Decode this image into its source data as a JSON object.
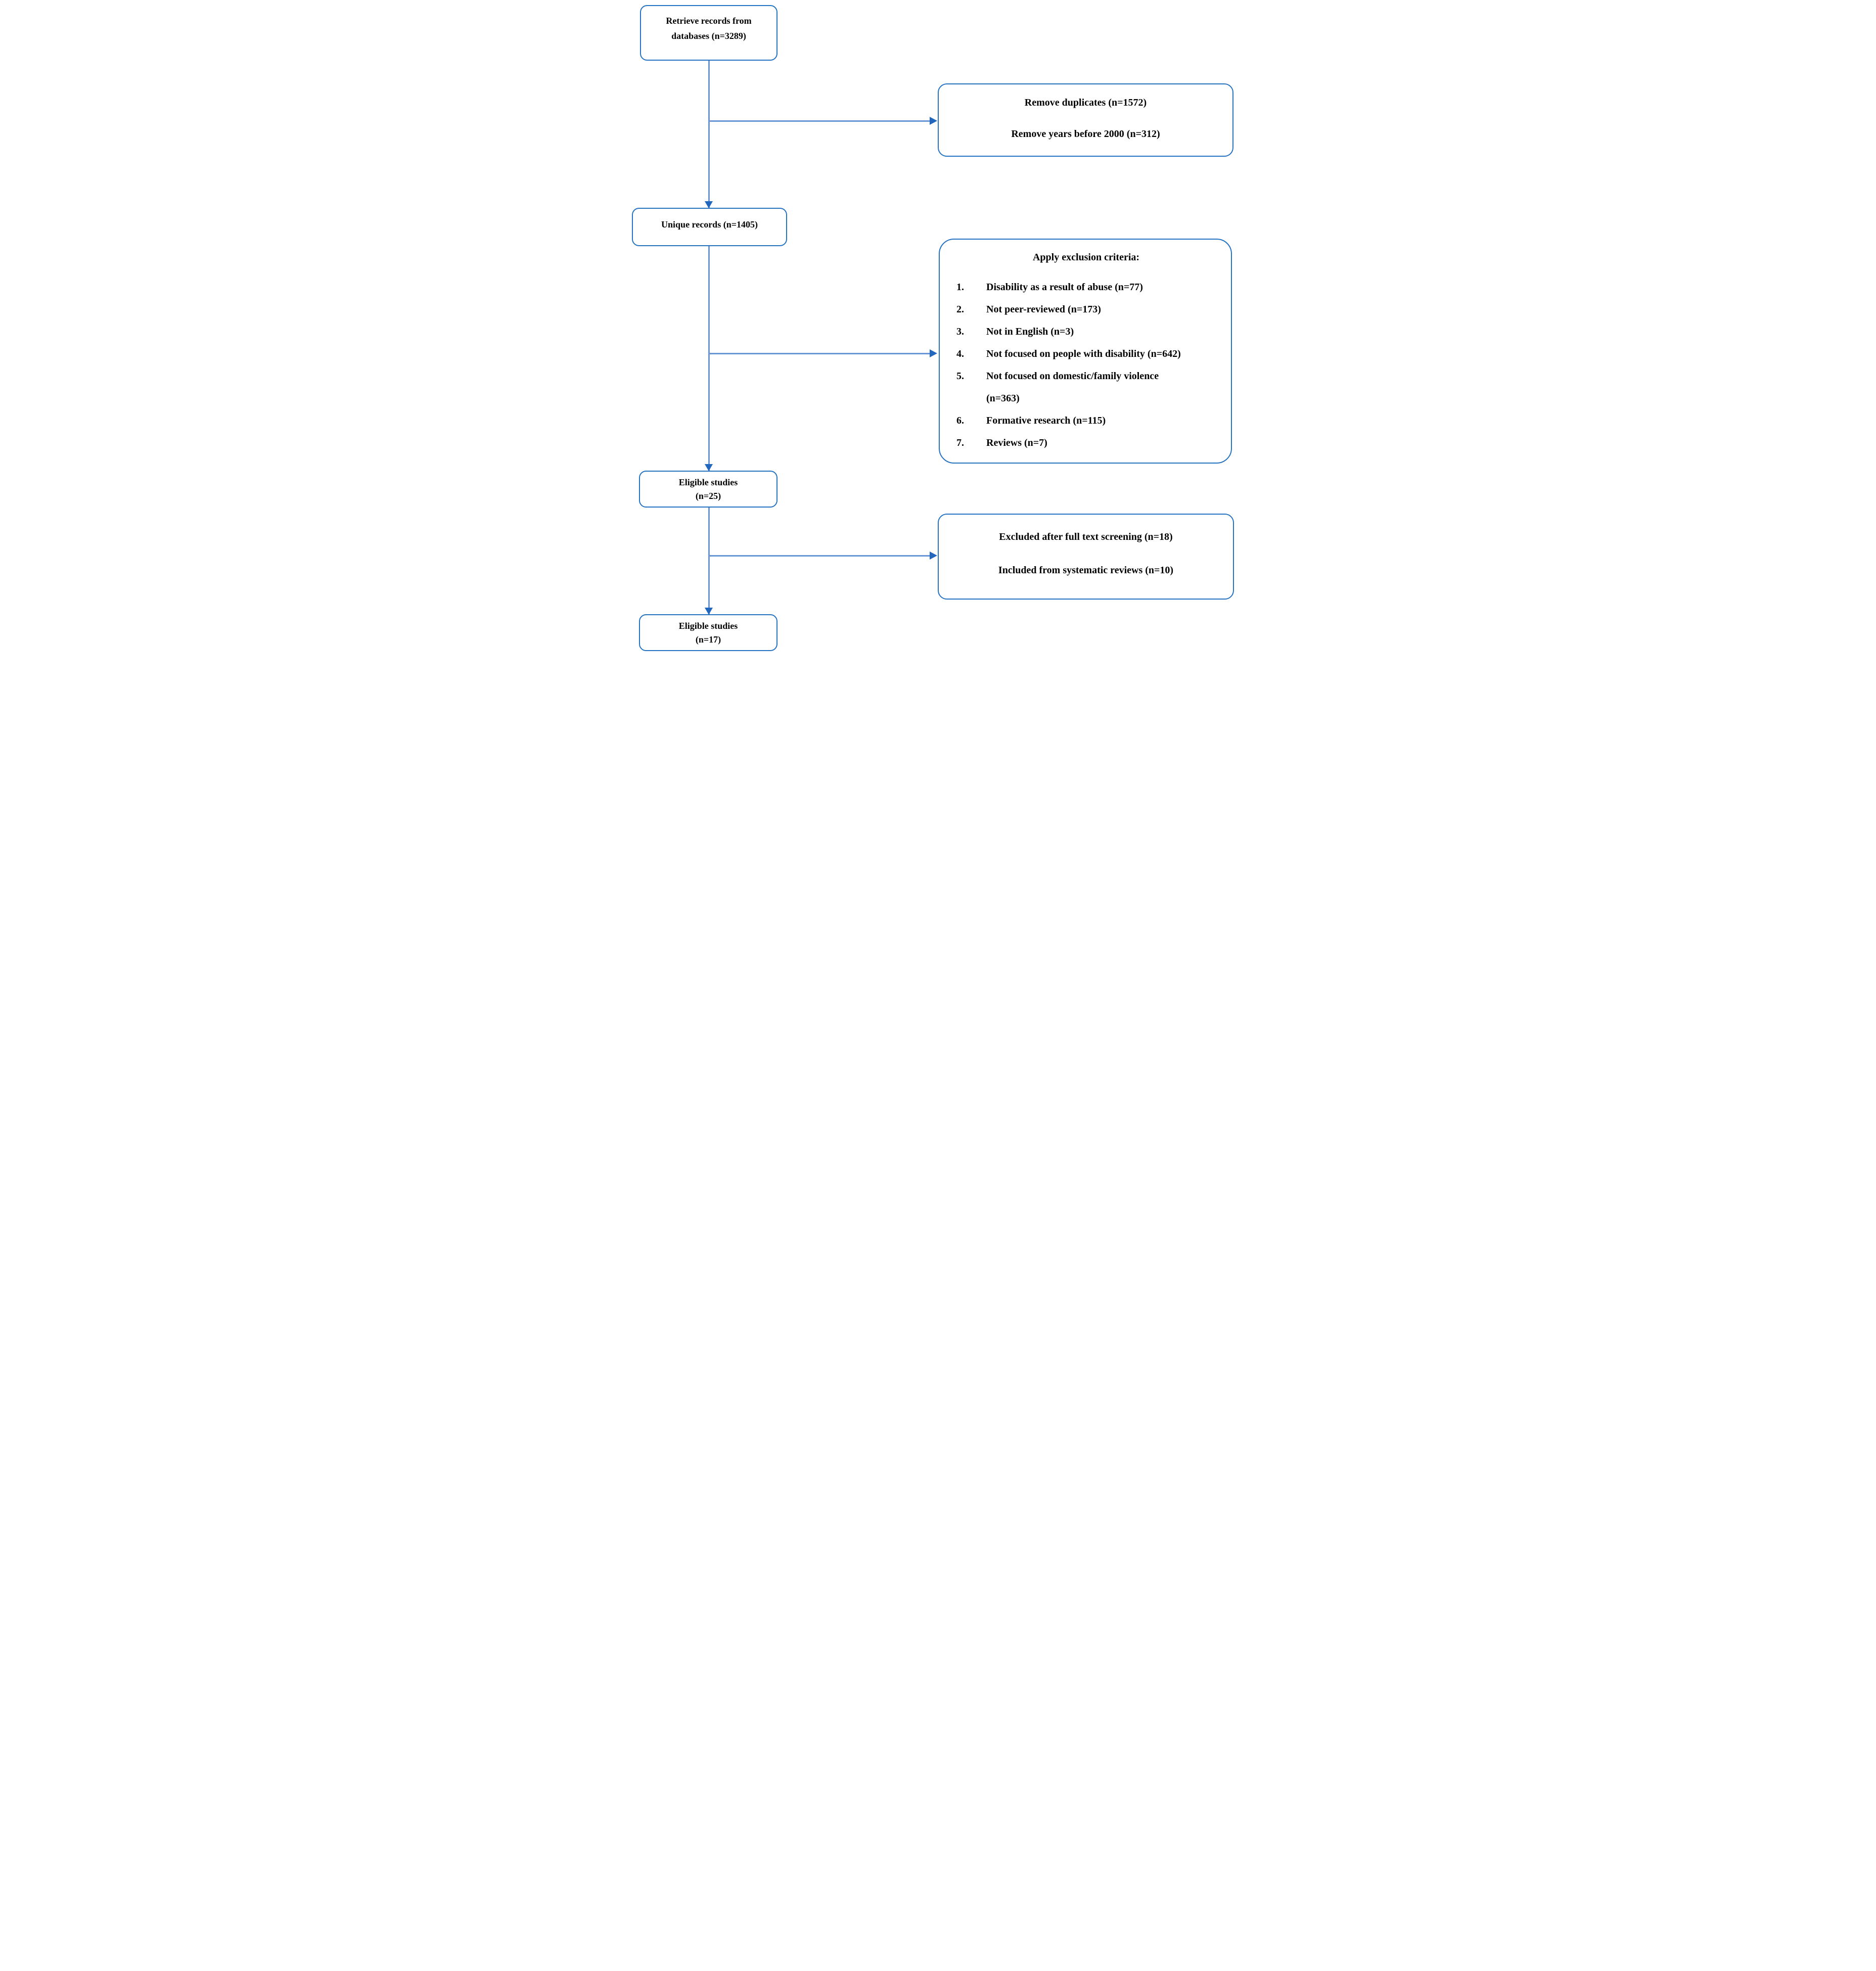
{
  "colors": {
    "box_border": "#2673C2",
    "connector_line": "#6B96D6",
    "arrowhead": "#2167BE",
    "text": "#000000",
    "background": "#FFFFFF"
  },
  "nodes": {
    "retrieve": {
      "lines": [
        "Retrieve records from",
        "databases (n=3289)"
      ]
    },
    "remove_duplicates": {
      "entries": [
        "Remove duplicates (n=1572)",
        "Remove years before 2000 (n=312)"
      ]
    },
    "unique": {
      "text": "Unique records (n=1405)"
    },
    "exclusion": {
      "header": "Apply exclusion criteria:",
      "items": [
        {
          "num": "1.",
          "text": "Disability as a result of abuse (n=77)"
        },
        {
          "num": "2.",
          "text": "Not peer-reviewed (n=173)"
        },
        {
          "num": "3.",
          "text": "Not in English (n=3)"
        },
        {
          "num": "4.",
          "text": "Not focused on people with disability (n=642)"
        },
        {
          "num": "5.",
          "text": "Not focused on domestic/family violence",
          "cont": "(n=363)"
        },
        {
          "num": "6.",
          "text": "Formative research (n=115)"
        },
        {
          "num": "7.",
          "text": "Reviews (n=7)"
        }
      ]
    },
    "eligible25": {
      "lines": [
        "Eligible studies",
        "(n=25)"
      ]
    },
    "fulltext": {
      "entries": [
        "Excluded after full text screening (n=18)",
        "Included from systematic reviews (n=10)"
      ]
    },
    "eligible17": {
      "lines": [
        "Eligible studies",
        "(n=17)"
      ]
    }
  }
}
